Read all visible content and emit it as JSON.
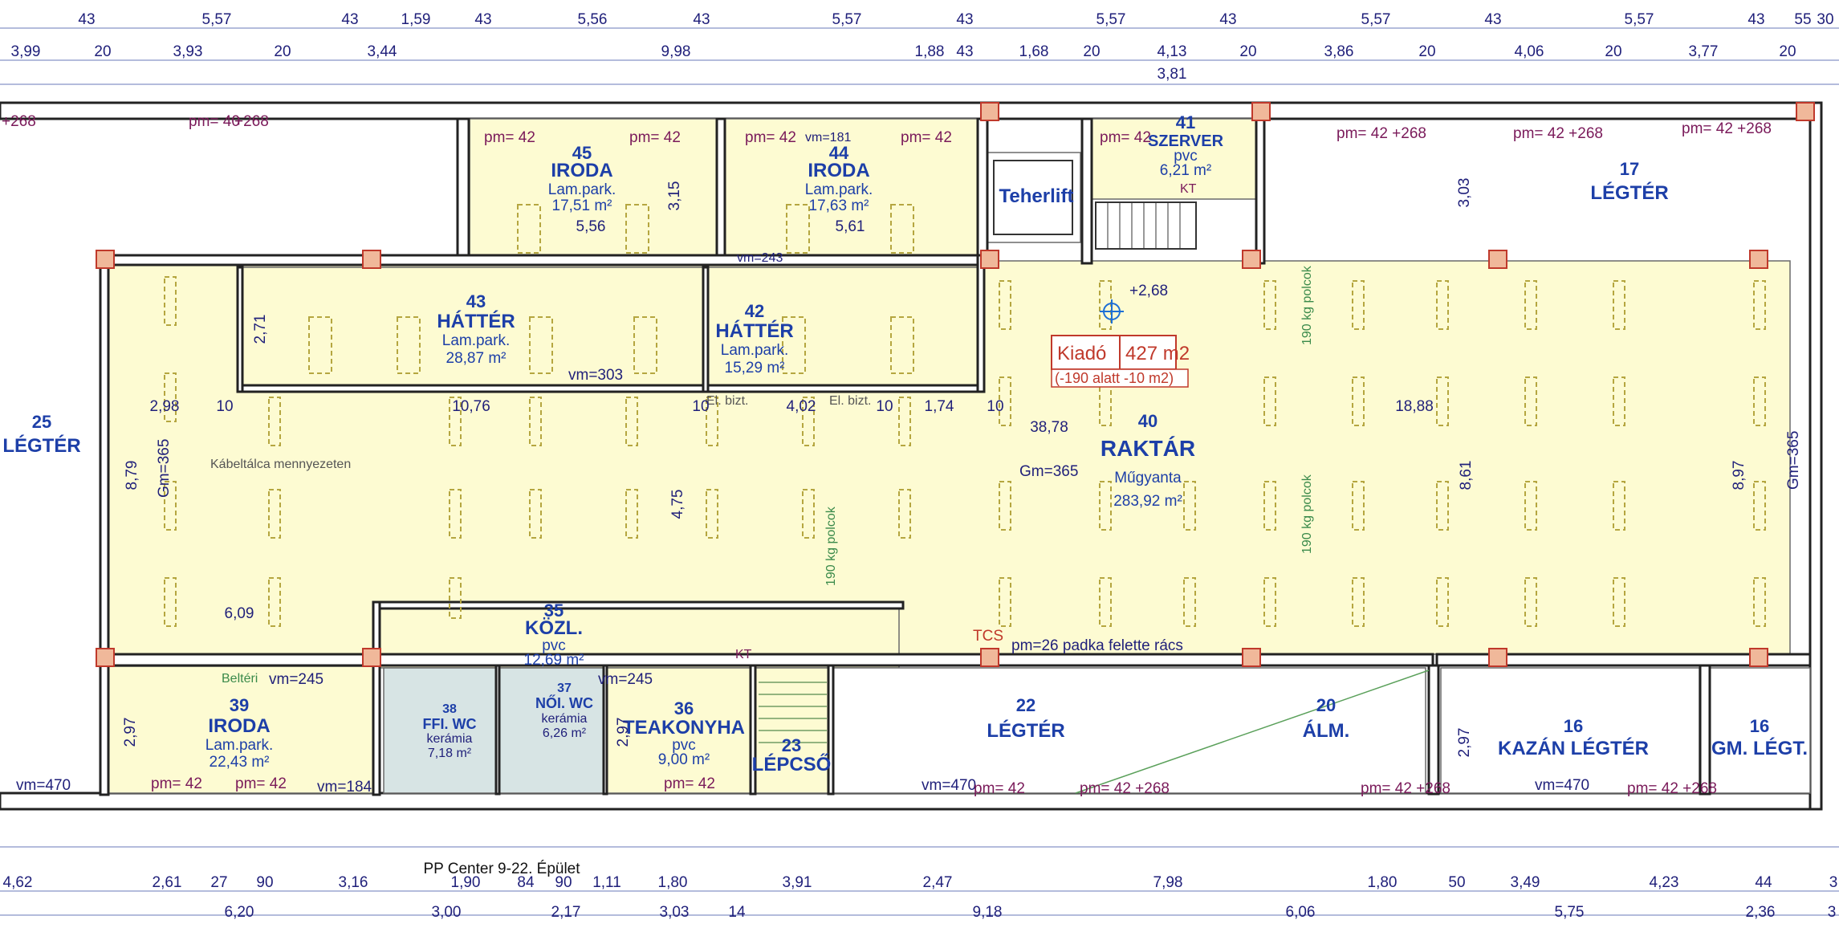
{
  "caption": "PP Center 9-22. Épület",
  "rooms": {
    "r45": {
      "num": "45",
      "name": "IRODA",
      "floor": "Lam.park.",
      "area": "17,51 m²"
    },
    "r44": {
      "num": "44",
      "name": "IRODA",
      "floor": "Lam.park.",
      "area": "17,63 m²"
    },
    "r41": {
      "num": "41",
      "name": "SZERVER",
      "floor": "pvc",
      "area": "6,21 m²"
    },
    "r17": {
      "num": "17",
      "name": "LÉGTÉR"
    },
    "lift": {
      "name": "Teherlift"
    },
    "r43": {
      "num": "43",
      "name": "HÁTTÉR",
      "floor": "Lam.park.",
      "area": "28,87 m²"
    },
    "r42": {
      "num": "42",
      "name": "HÁTTÉR",
      "floor": "Lam.park.",
      "area": "15,29 m²"
    },
    "r25": {
      "num": "25",
      "name": "LÉGTÉR"
    },
    "r40": {
      "num": "40",
      "name": "RAKTÁR",
      "floor": "Műgyanta",
      "area": "283,92 m²"
    },
    "r39": {
      "num": "39",
      "name": "IRODA",
      "floor": "Lam.park.",
      "area": "22,43 m²"
    },
    "r38": {
      "num": "38",
      "name": "FFI. WC",
      "floor": "kerámia",
      "area": "7,18 m²"
    },
    "r35": {
      "num": "35",
      "name": "KÖZL.",
      "floor": "pvc",
      "area": "12,69 m²"
    },
    "r37": {
      "num": "37",
      "name": "NŐI. WC",
      "floor": "kerámia",
      "area": "6,26 m²"
    },
    "r36": {
      "num": "36",
      "name": "TEAKONYHA",
      "floor": "pvc",
      "area": "9,00 m²"
    },
    "r23": {
      "num": "23",
      "name": "LÉPCSŐ"
    },
    "r22": {
      "num": "22",
      "name": "LÉGTÉR"
    },
    "r20": {
      "num": "20",
      "name": "ÁLM."
    },
    "r16a": {
      "num": "16",
      "name": "KAZÁN LÉGTÉR"
    },
    "r16b": {
      "num": "16",
      "name": "GM. LÉGT."
    }
  },
  "kiado": {
    "label": "Kiadó",
    "area": "427 m2",
    "note": "(-190 alatt  -10 m2)"
  },
  "notes": {
    "kabel": "Kábeltálca mennyezeten",
    "gm365": "Gm=365",
    "polc1": "190 kg polcok",
    "padka": "pm=26 padka felette rács",
    "tcs": "TCS",
    "level": "+2,68",
    "beltéri": "Beltéri",
    "elbizt": "El. bizt.",
    "kt": "KT",
    "vm303": "vm=303",
    "vm243": "vm=243",
    "vm181": "vm=181",
    "vm245": "vm=245",
    "vm470": "vm=470",
    "vm184": "vm=184"
  },
  "dims_top1": [
    "43",
    "5,57",
    "43",
    "1,59",
    "43",
    "5,56",
    "43",
    "5,57",
    "43",
    "5,57",
    "43",
    "5,57",
    "43",
    "5,57",
    "43",
    "55",
    "30"
  ],
  "dims_top2": [
    "3,99",
    "20",
    "3,93",
    "20",
    "3,44",
    "9,98",
    "1,88",
    "43",
    "1,68",
    "20",
    "4,13",
    "20",
    "3,86",
    "20",
    "4,06",
    "20",
    "3,77",
    "20"
  ],
  "dims_bot1": [
    "4,62",
    "2,61",
    "27",
    "90",
    "3,16",
    "1,90",
    "84",
    "90",
    "1,11",
    "1,80",
    "3,91",
    "2,47",
    "7,98",
    "1,80",
    "50",
    "3,49",
    "4,23",
    "44",
    "3"
  ],
  "dims_bot2": [
    "6,20",
    "3,00",
    "2,17",
    "3,03",
    "14",
    "9,18",
    "6,06",
    "5,75",
    "2,36",
    "3"
  ],
  "dims_inner": {
    "d298": "2,98",
    "d10a": "10",
    "d1076": "10,76",
    "d10b": "10",
    "d402": "4,02",
    "d10c": "10",
    "d174": "1,74",
    "d10d": "10",
    "d3878": "38,78",
    "d1888": "18,88",
    "d879": "8,79",
    "d861": "8,61",
    "d897": "8,97",
    "d475": "4,75",
    "d609": "6,09",
    "d271": "2,71",
    "d556": "5,56",
    "d561": "5,61",
    "d315": "3,15",
    "d303": "3,03",
    "d381": "3,81",
    "d297": "2,97",
    "d297b": "2,97",
    "d297c": "2,97"
  },
  "pm": {
    "p1": "pm= 42",
    "p2": "pm= 40",
    "p3": "+268",
    "p4": "pm= 42 +268"
  }
}
